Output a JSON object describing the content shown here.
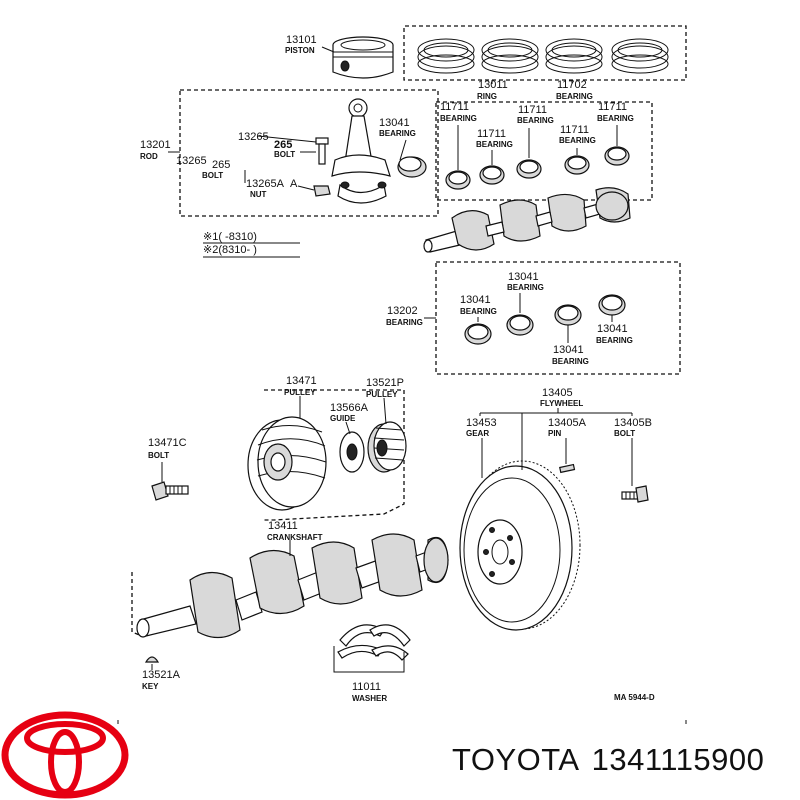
{
  "diagram_code": "MA 5944-D",
  "brand": "TOYOTA",
  "part_number": "1341115900",
  "brand_color": "#e60012",
  "notes": [
    "※1(      -8310)",
    "※2(8310-       )"
  ],
  "parts": {
    "piston": {
      "number": "13101",
      "name": "PISTON"
    },
    "ring": {
      "number": "13011",
      "name": "RING"
    },
    "main_bearing_set": {
      "number": "11702",
      "name": "BEARING"
    },
    "rod": {
      "number": "13201",
      "name": "ROD"
    },
    "rod_bolt_a": {
      "number": "13265"
    },
    "rod_bolt_b": {
      "number": "265",
      "name": "BOLT"
    },
    "rod_bolt_c": {
      "number": "13265",
      "name": "BOLT"
    },
    "rod_bolt_d": {
      "number": "265"
    },
    "rod_nut": {
      "number": "13265A",
      "name": "NUT"
    },
    "rod_bearing_top": {
      "number": "13041",
      "name": "BEARING"
    },
    "main_bearing_1": {
      "number": "11711",
      "name": "BEARING"
    },
    "main_bearing_2": {
      "number": "11711",
      "name": "BEARING"
    },
    "main_bearing_3": {
      "number": "11711",
      "name": "BEARING"
    },
    "main_bearing_4": {
      "number": "11711",
      "name": "BEARING"
    },
    "main_bearing_5": {
      "number": "11711",
      "name": "BEARING"
    },
    "rod_bearing_set": {
      "number": "13202",
      "name": "BEARING"
    },
    "rod_bearing_1": {
      "number": "13041",
      "name": "BEARING"
    },
    "rod_bearing_2": {
      "number": "13041",
      "name": "BEARING"
    },
    "rod_bearing_3": {
      "number": "13041",
      "name": "BEARING"
    },
    "rod_bearing_4": {
      "number": "13041",
      "name": "BEARING"
    },
    "pulley": {
      "number": "13471",
      "name": "PULLEY"
    },
    "timing_pulley": {
      "number": "13521P",
      "name": "PULLEY"
    },
    "guide": {
      "number": "13566A",
      "name": "GUIDE"
    },
    "pulley_bolt": {
      "number": "13471C",
      "name": "BOLT"
    },
    "crankshaft": {
      "number": "13411",
      "name": "CRANKSHAFT"
    },
    "key": {
      "number": "13521A",
      "name": "KEY"
    },
    "washer": {
      "number": "11011",
      "name": "WASHER"
    },
    "flywheel": {
      "number": "13405",
      "name": "FLYWHEEL"
    },
    "gear": {
      "number": "13453",
      "name": "GEAR"
    },
    "pin": {
      "number": "13405A",
      "name": "PIN"
    },
    "flywheel_bolt": {
      "number": "13405B",
      "name": "BOLT"
    }
  }
}
